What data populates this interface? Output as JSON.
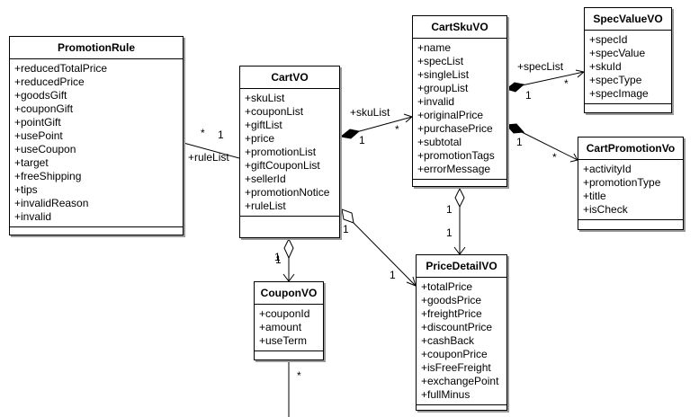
{
  "classes": {
    "promotion_rule": {
      "title": "PromotionRule",
      "attributes": [
        "+reducedTotalPrice",
        "+reducedPrice",
        "+goodsGift",
        "+couponGift",
        "+pointGift",
        "+usePoint",
        "+useCoupon",
        "+target",
        "+freeShipping",
        "+tips",
        "+invalidReason",
        "+invalid"
      ]
    },
    "cart_vo": {
      "title": "CartVO",
      "attributes": [
        "+skuList",
        "+couponList",
        "+giftList",
        "+price",
        "+promotionList",
        "+giftCouponList",
        "+sellerId",
        "+promotionNotice",
        "+ruleList"
      ]
    },
    "cart_sku_vo": {
      "title": "CartSkuVO",
      "attributes": [
        "+name",
        "+specList",
        "+singleList",
        "+groupList",
        "+invalid",
        "+originalPrice",
        "+purchasePrice",
        "+subtotal",
        "+promotionTags",
        "+errorMessage"
      ]
    },
    "spec_value_vo": {
      "title": "SpecValueVO",
      "attributes": [
        "+specId",
        "+specValue",
        "+skuId",
        "+specType",
        "+specImage"
      ]
    },
    "cart_promotion_vo": {
      "title": "CartPromotionVo",
      "attributes": [
        "+activityId",
        "+promotionType",
        "+title",
        "+isCheck"
      ]
    },
    "price_detail_vo": {
      "title": "PriceDetailVO",
      "attributes": [
        "+totalPrice",
        "+goodsPrice",
        "+freightPrice",
        "+discountPrice",
        "+cashBack",
        "+couponPrice",
        "+isFreeFreight",
        "+exchangePoint",
        "+fullMinus"
      ]
    },
    "coupon_vo": {
      "title": "CouponVO",
      "attributes": [
        "+couponId",
        "+amount",
        "+useTerm"
      ]
    }
  },
  "associations": {
    "rule_list": {
      "role": "+ruleList",
      "source_mult": "1",
      "target_mult": "*"
    },
    "sku_list": {
      "role": "+skuList",
      "source_mult": "1",
      "target_mult": "*"
    },
    "spec_list": {
      "role": "+specList",
      "source_mult": "1",
      "target_mult": "*"
    },
    "sku_promotion": {
      "source_mult": "1",
      "target_mult": "*"
    },
    "sku_price_detail": {
      "source_mult": "1",
      "target_mult": "1"
    },
    "cart_price_detail": {
      "source_mult": "1",
      "target_mult": "1"
    },
    "cart_coupon": {
      "source_mult": "1",
      "target_mult": "1"
    },
    "coupon_below": {
      "target_mult": "*"
    }
  }
}
